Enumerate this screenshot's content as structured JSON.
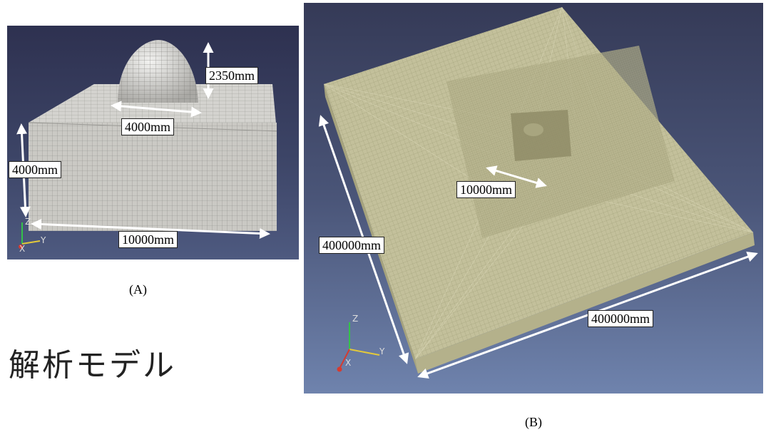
{
  "panel_a": {
    "labels": {
      "dome_height": "2350mm",
      "dome_diameter": "4000mm",
      "block_height": "4000mm",
      "block_width": "10000mm"
    },
    "axes": {
      "z": "Z",
      "x": "X",
      "y": "Y"
    },
    "caption": "(A)"
  },
  "panel_b": {
    "labels": {
      "center_block": "10000mm",
      "side_left": "400000mm",
      "side_right": "400000mm"
    },
    "axes": {
      "z": "Z",
      "x": "X",
      "y": "Y"
    },
    "caption": "(B)"
  },
  "heading": "解析モデル",
  "colors": {
    "background_top": "#2e3150",
    "mesh_surface": "#c6c5c0",
    "plate_surface": "#c3c09a",
    "arrow": "#ffffff"
  }
}
